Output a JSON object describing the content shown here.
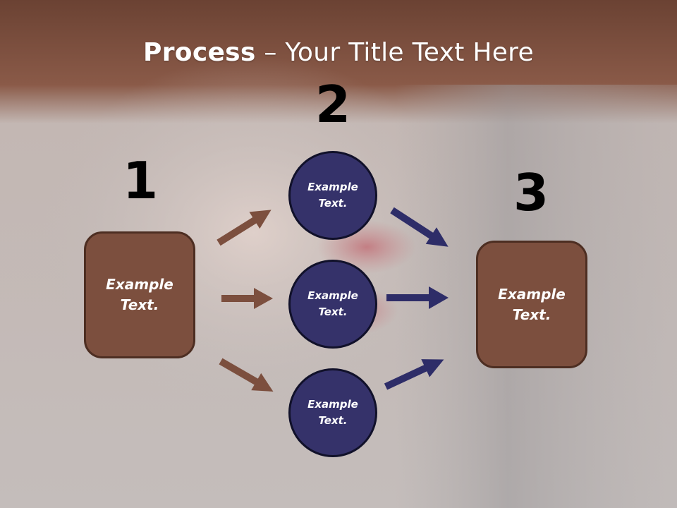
{
  "title": {
    "bold": "Process",
    "rest": " – Your Title Text Here"
  },
  "steps": [
    {
      "number": "1",
      "text": "Example Text."
    },
    {
      "number": "2",
      "text": "Example Text."
    },
    {
      "number": "3",
      "text": "Example Text."
    }
  ],
  "middle_items": [
    "Example Text.",
    "Example Text.",
    "Example Text."
  ],
  "colors": {
    "brown": "#7c4f3e",
    "navy": "#35326a"
  }
}
